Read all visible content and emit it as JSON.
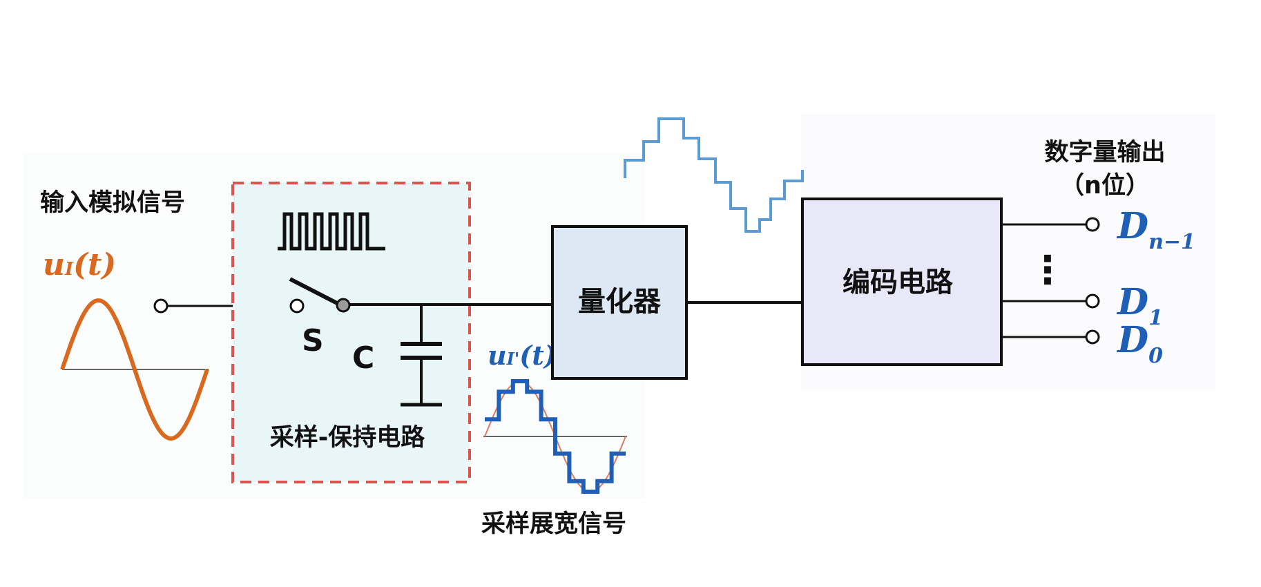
{
  "input_label": "输入模拟信号",
  "input_signal": {
    "var": "u",
    "sub": "I",
    "arg": "(t)"
  },
  "sample_hold": {
    "title": "采样-保持电路",
    "switch_label": "S",
    "capacitor_label": "C"
  },
  "sampled_signal": {
    "var": "u",
    "sub": "I'",
    "arg": "(t)"
  },
  "sampled_label": "采样展宽信号",
  "quantizer_label": "量化器",
  "encoder_label": "编码电路",
  "output_title": "数字量输出",
  "output_bits": "（n位）",
  "outputs": [
    {
      "letter": "D",
      "sub": "n−1"
    },
    {
      "letter": "D",
      "sub": "1"
    },
    {
      "letter": "D",
      "sub": "0"
    }
  ],
  "ellipsis": "⋮",
  "colors": {
    "input_wave": "#d9691e",
    "sampled_wave": "#1f5fb5",
    "quantized_wave": "#5b9bd5",
    "output_text": "#1f5fb5",
    "sh_fill": "#e9f6f8",
    "sh_border": "#d9534f",
    "quant_fill": "#dde8f4",
    "enc_fill": "#e8e8f8"
  }
}
